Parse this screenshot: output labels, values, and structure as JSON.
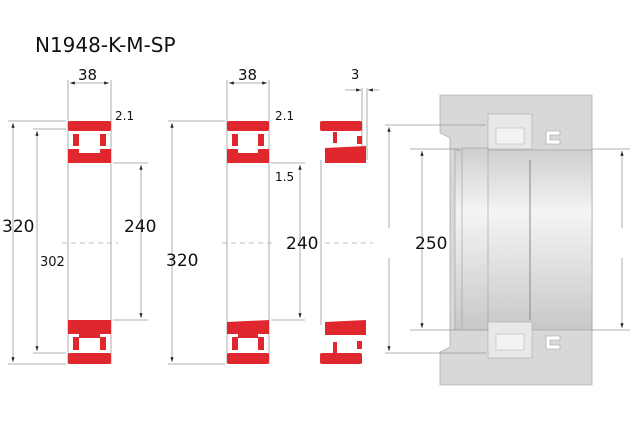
{
  "title": "N1948-K-M-SP",
  "colors": {
    "bearing": "#e0272e",
    "housing": "#d8d8d8"
  },
  "view1": {
    "width": "38",
    "chamfer": "2.1",
    "outer_d": "320",
    "raceway_d": "302",
    "bore_d": "240"
  },
  "view2": {
    "width": "38",
    "chamfer_outer": "2.1",
    "chamfer_inner": "1.5",
    "outer_d": "320",
    "bore_d": "240"
  },
  "view3": {
    "offset": "3"
  },
  "view4": {
    "shaft_d": "250"
  }
}
